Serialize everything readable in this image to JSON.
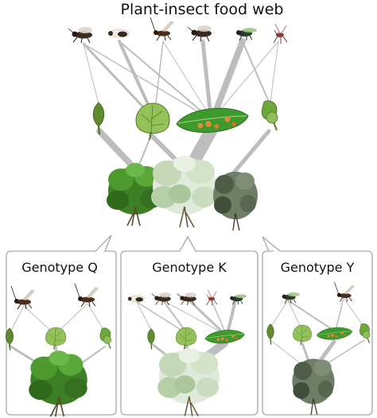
{
  "main_web": {
    "title": "Plant-insect food web"
  },
  "panels": [
    {
      "label": "Genotype Q"
    },
    {
      "label": "Genotype K"
    },
    {
      "label": "Genotype Y"
    }
  ],
  "colors": {
    "link": "#bdbdbd",
    "panel_border": "#a8a8a8",
    "leaf_green": "#5a9a2a",
    "leaf_light": "#93c15a",
    "gall_orange": "#e08a3a",
    "shrub_dark": "#2e6b1e",
    "shrub_pale": "#c9dcc0",
    "shrub_grey": "#5a6a55"
  }
}
